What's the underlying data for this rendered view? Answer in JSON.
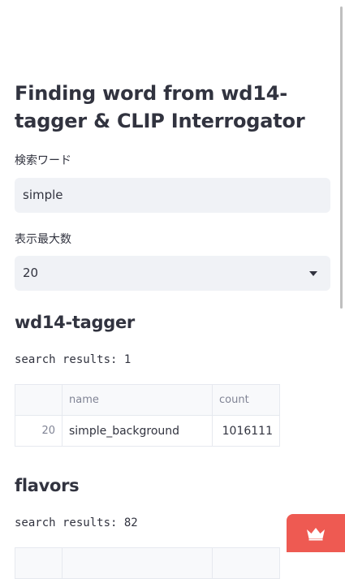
{
  "title": "Finding word from wd14-tagger & CLIP Interrogator",
  "search": {
    "label": "検索ワード",
    "value": "simple"
  },
  "max_display": {
    "label": "表示最大数",
    "value": "20"
  },
  "wd14": {
    "heading": "wd14-tagger",
    "results_text": "search results: 1",
    "columns": [
      "",
      "name",
      "count"
    ],
    "rows": [
      {
        "index": "20",
        "name": "simple_background",
        "count": "1016111"
      }
    ]
  },
  "flavors": {
    "heading": "flavors",
    "results_text": "search results: 82"
  },
  "colors": {
    "badge": "#ee5a52",
    "input_bg": "#f0f2f6"
  },
  "icons": {
    "badge_icon": "crown-icon",
    "dropdown_icon": "chevron-down-icon"
  }
}
